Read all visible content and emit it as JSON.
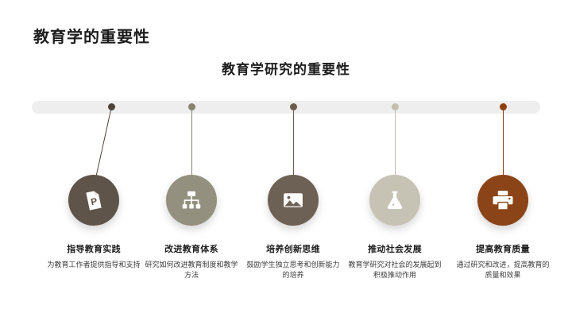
{
  "header": {
    "page_title": "教育学的重要性",
    "slide_subtitle": "教育学研究的重要性"
  },
  "timeline": {
    "rail_color": "#eeeeee",
    "items": [
      {
        "title": "指导教育实践",
        "desc": "为教育工作者提供指导和支持",
        "icon": "presentation-file-icon",
        "color": "#5f5449",
        "dot_color": "#4d4238"
      },
      {
        "title": "改进教育体系",
        "desc": "研究如何改进教育制度和教学方法",
        "icon": "org-chart-icon",
        "color": "#93907f",
        "dot_color": "#86826f"
      },
      {
        "title": "培养创新思维",
        "desc": "鼓励学生独立思考和创新能力的培养",
        "icon": "image-icon",
        "color": "#6d6054",
        "dot_color": "#6b5c4c"
      },
      {
        "title": "推动社会发展",
        "desc": "教育学研究对社会的发展起到积极推动作用",
        "icon": "flask-icon",
        "color": "#c6c2b4",
        "dot_color": "#c3bfae"
      },
      {
        "title": "提高教育质量",
        "desc": "通过研究和改进，提高教育的质量和效果",
        "icon": "printer-icon",
        "color": "#8b4418",
        "dot_color": "#8e3f12"
      }
    ]
  }
}
